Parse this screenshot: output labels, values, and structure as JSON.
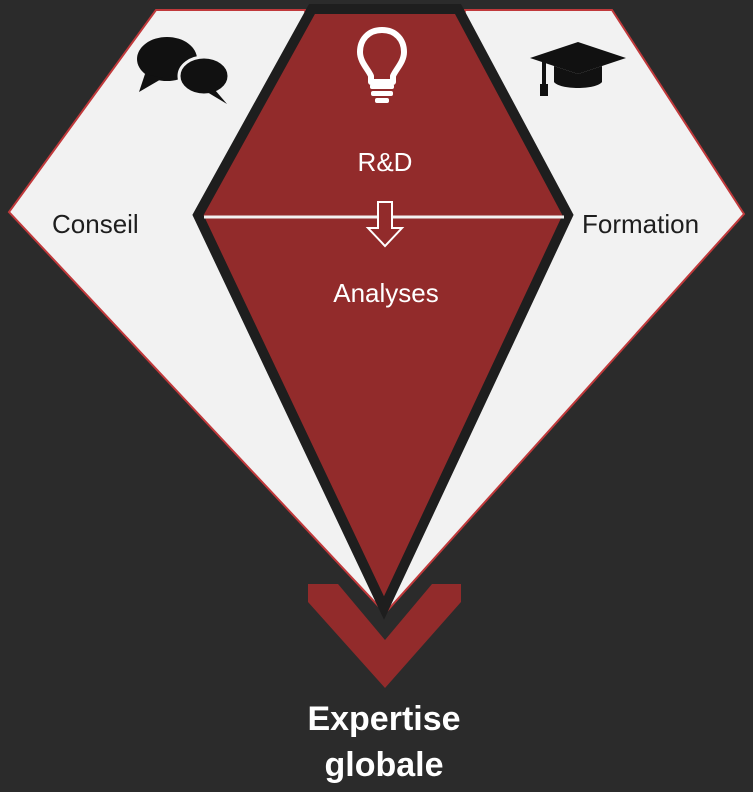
{
  "diagram": {
    "left_section": {
      "label": "Conseil",
      "icon": "speech-bubbles-icon"
    },
    "center_section": {
      "top_label": "R&D",
      "bottom_label": "Analyses",
      "icon": "lightbulb-icon",
      "connector_icon": "arrow-down-icon"
    },
    "right_section": {
      "label": "Formation",
      "icon": "graduation-cap-icon"
    },
    "result": {
      "line1": "Expertise",
      "line2": "globale",
      "icon": "chevron-down-icon"
    }
  },
  "colors": {
    "background": "#2b2b2b",
    "side_facet": "#f2f2f2",
    "side_outline": "#c0393b",
    "center_facet": "#922b2b",
    "center_border": "#1e1e1e",
    "chevron": "#922b2b"
  }
}
